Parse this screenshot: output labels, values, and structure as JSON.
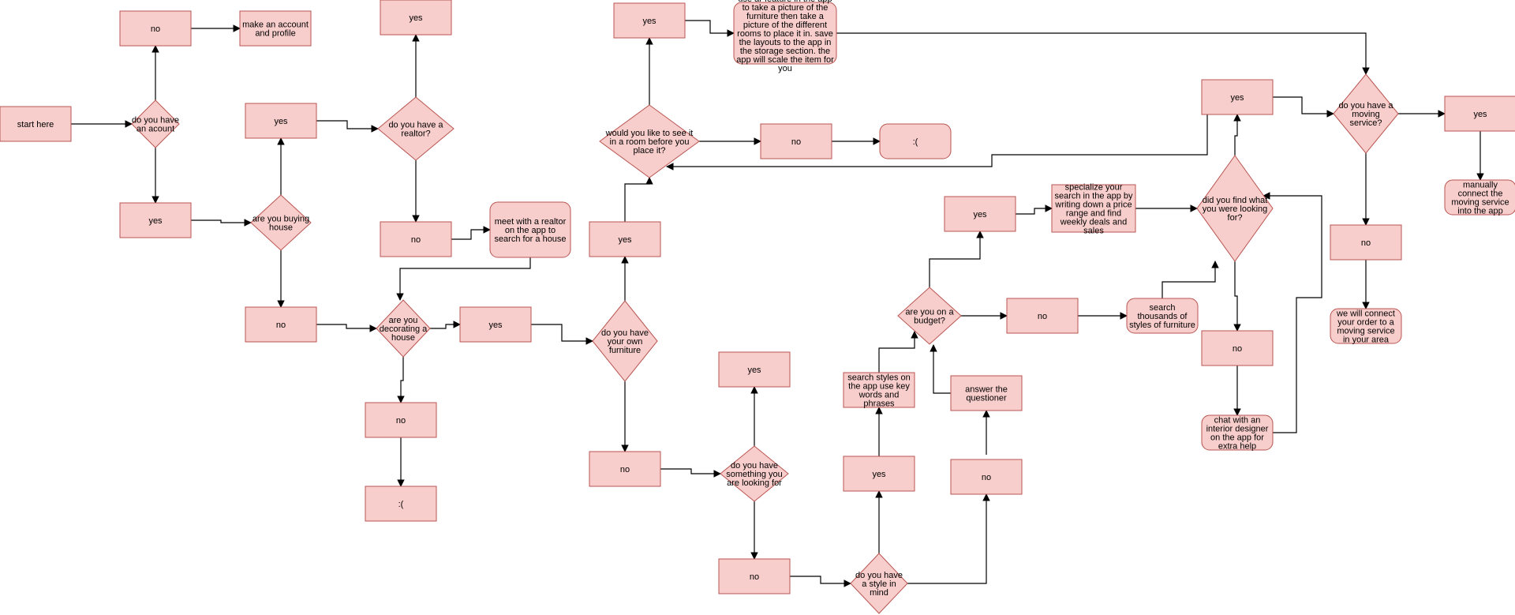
{
  "colors": {
    "node_fill": "#f8cecc",
    "node_stroke": "#b85450",
    "edge": "#000000",
    "background": "#ffffff"
  },
  "nodes": {
    "start": "start here",
    "q_account": "do you have an acount",
    "acc_no": "no",
    "make_account": "make an account and profile",
    "acc_yes": "yes",
    "q_buying": "are you buying house",
    "buy_yes": "yes",
    "buy_no": "no",
    "q_realtor": "do you have a realtor?",
    "realtor_yes": "yes",
    "realtor_no": "no",
    "meet_realtor": "meet with a realtor on the app to search for a house",
    "q_decorating": "are you decorating a house",
    "dec_yes": "yes",
    "dec_no": "no",
    "dec_sad": ":(",
    "q_furniture": "do you have your own furniture",
    "furn_yes": "yes",
    "furn_no": "no",
    "q_see_room": "would you like to see it in a room before you place it?",
    "see_yes": "yes",
    "see_no": "no",
    "see_sad": ":(",
    "ar_feature": "use ar feature in the app to take a picture of the furniture then take a picture of the different rooms to place it in. save the layouts to the app in the storage section. the app will scale the item for you",
    "q_looking": "do you have something you are looking for",
    "look_yes": "yes",
    "look_no": "no",
    "q_style": "do you have a style in mind",
    "style_yes": "yes",
    "style_no": "no",
    "search_styles": "search styles on the app use key words and phrases",
    "answer_q": "answer the questioner",
    "q_budget": "are you on a budget?",
    "budget_yes": "yes",
    "budget_no": "no",
    "specialize": "specialize your search in the app by writing down a price range and find weekly deals and sales",
    "search_thousands": "search thousands of styles of furniture",
    "q_find": "did you find what you were looking for?",
    "find_yes": "yes",
    "find_no": "no",
    "chat_designer": "chat with an interior designer on the app for extra help",
    "q_moving": "do you have a moving service?",
    "moving_yes": "yes",
    "moving_no": "no",
    "manual_connect": "manually connect the moving service into the app",
    "connect_order": "we will connect your order to a moving service in your area"
  }
}
